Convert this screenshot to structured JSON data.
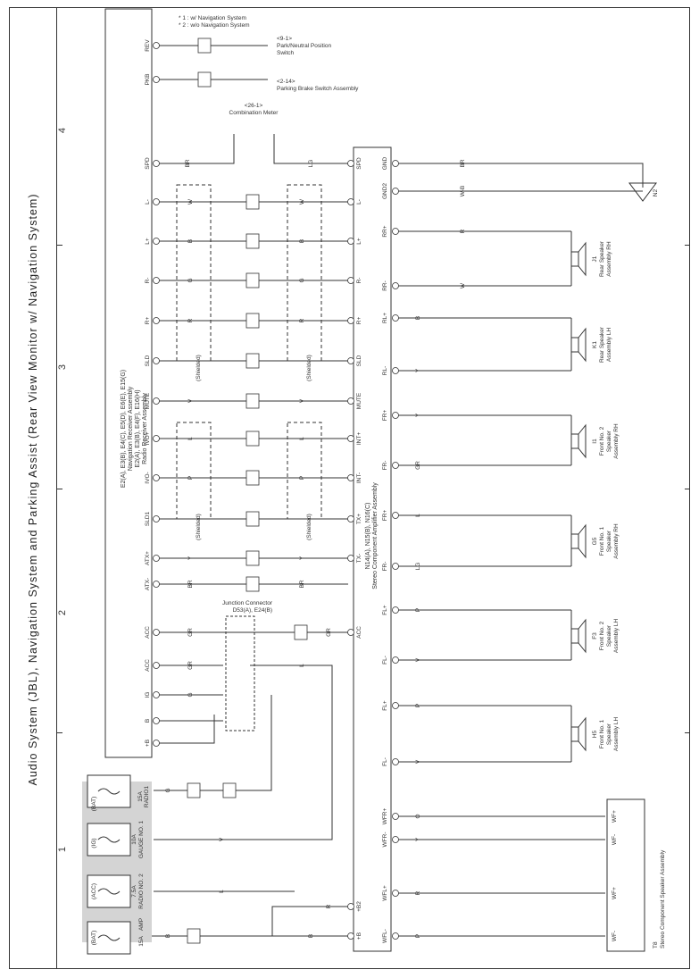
{
  "title": "Audio System (JBL), Navigation System and Parking Assist (Rear View Monitor w/ Navigation System)",
  "zones": [
    "1",
    "2",
    "3",
    "4"
  ],
  "legend": [
    "* 1 : w/ Navigation System",
    "* 2 : w/o Navigation System"
  ],
  "components": {
    "radio_receiver": [
      "E2(A), E3(B), E4(C), E5(D), E6(E), E15(G)",
      "Navigation Receiver Assembly",
      "E2(A), E3(B), E4(F), E16(H)",
      "Radio Receiver Assembly"
    ],
    "amplifier": [
      "N14(A), N15(B), N16(C)",
      "Stereo Component Amplifier Assembly"
    ],
    "junction": [
      "D53(A), E24(B)",
      "Junction Connector"
    ],
    "combination_meter": [
      "<26-1>",
      "Combination Meter"
    ],
    "parking_brake": [
      "<2-14>",
      "Parking Brake Switch Assembly"
    ],
    "park_neutral": [
      "<9-1>",
      "Park/Neutral Position",
      "Switch"
    ],
    "rear_spk_rh": [
      "J1",
      "Rear Speaker",
      "Assembly RH"
    ],
    "rear_spk_lh": [
      "K1",
      "Rear Speaker",
      "Assembly LH"
    ],
    "front_no2_rh": [
      "I1",
      "Front No. 2",
      "Speaker",
      "Assembly RH"
    ],
    "front_no1_rh": [
      "G5",
      "Front No. 1",
      "Speaker",
      "Assembly RH"
    ],
    "front_no2_lh": [
      "F3",
      "Front No. 2",
      "Speaker",
      "Assembly LH"
    ],
    "front_no1_lh": [
      "H5",
      "Front No. 1",
      "Speaker",
      "Assembly LH"
    ],
    "woofer": [
      "T8",
      "Stereo Component Speaker Assembly"
    ],
    "ground": "N2"
  },
  "fuses": [
    {
      "source": "(BAT)",
      "rating": "15A",
      "name": "RADIO1"
    },
    {
      "source": "(IG)",
      "rating": "10A",
      "name": "GAUGE NO. 1"
    },
    {
      "source": "(ACC)",
      "rating": "7.5A",
      "name": "RADIO NO. 2"
    },
    {
      "source": "(BAT)",
      "rating": "15A",
      "name": "AMP"
    }
  ],
  "receiver_pins": [
    "REV",
    "PKB",
    "SPD",
    "L-",
    "L+",
    "R-",
    "R+",
    "SLD",
    "MUTE",
    "IVO+",
    "IVO-",
    "SLD1",
    "ATX+",
    "ATX-",
    "ACC",
    "ACC",
    "IG",
    "B",
    "+B"
  ],
  "amplifier_pins": [
    "SPD",
    "L-",
    "L+",
    "R-",
    "R+",
    "SLD",
    "MUTE",
    "INT+",
    "INT-",
    "TX+",
    "TX-",
    "ACC",
    "+B2",
    "+B",
    "GND",
    "GND2",
    "RR+",
    "RR-",
    "RL+",
    "RL-",
    "FR+",
    "FR-",
    "FR+",
    "FR-",
    "FL+",
    "FL-",
    "FL+",
    "FL-",
    "WFR+",
    "WFR-",
    "WFL+",
    "WFL-"
  ],
  "woofer_pins": [
    "WF+",
    "WF-",
    "WF+",
    "WF-"
  ],
  "wire_colors": [
    "BR",
    "LG",
    "W",
    "B",
    "G",
    "R",
    "V",
    "P",
    "L",
    "Y",
    "GR",
    "W-B",
    "O"
  ],
  "shielded_label": "(Shielded)"
}
